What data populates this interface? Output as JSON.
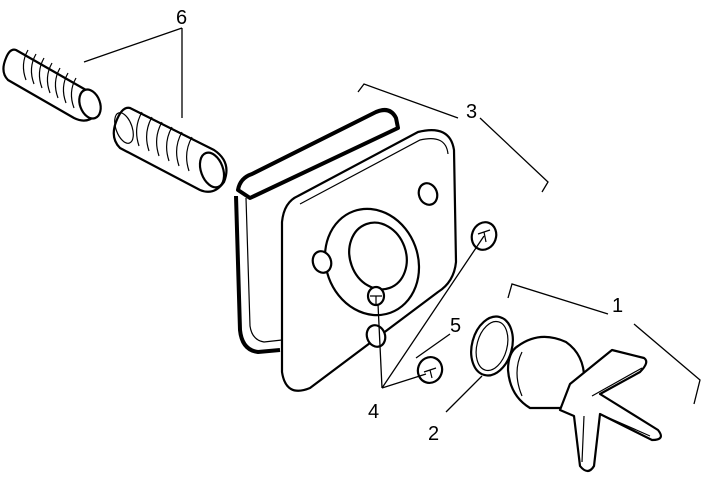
{
  "callouts": {
    "handle": "1",
    "o_ring": "2",
    "rosette_set": "3",
    "screws": "4",
    "screw_single": "5",
    "extensions": "6"
  },
  "colors": {
    "stroke": "#000000",
    "background": "#ffffff"
  }
}
